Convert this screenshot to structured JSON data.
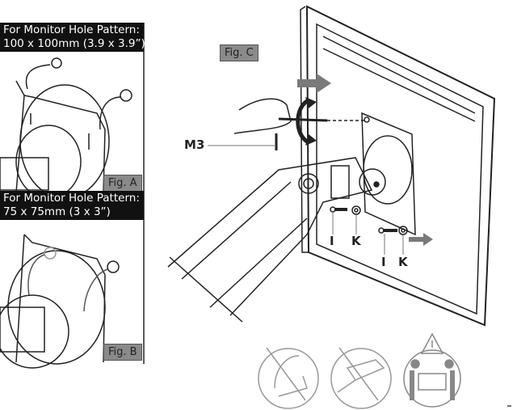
{
  "figure_a": {
    "pattern_line1": "For Monitor Hole Pattern:",
    "pattern_line2": "100 x 100mm (3.9 x 3.9”)",
    "tag": "Fig. A"
  },
  "figure_b": {
    "pattern_line1": "For Monitor Hole Pattern:",
    "pattern_line2": "75 x 75mm (3 x 3”)",
    "tag": "Fig. B"
  },
  "figure_c": {
    "tag": "Fig. C",
    "callouts": {
      "tool": "M3",
      "screw1": "I",
      "washer1": "K",
      "screw2": "I",
      "washer2": "K"
    }
  },
  "warning_icons": [
    "no-force-icon",
    "no-power-drill-icon",
    "two-person-lift-icon"
  ],
  "colors": {
    "label_bg": "#111111",
    "tag_bg": "#8a8a8a",
    "arrow": "#7a7a7a",
    "line": "#222222"
  }
}
